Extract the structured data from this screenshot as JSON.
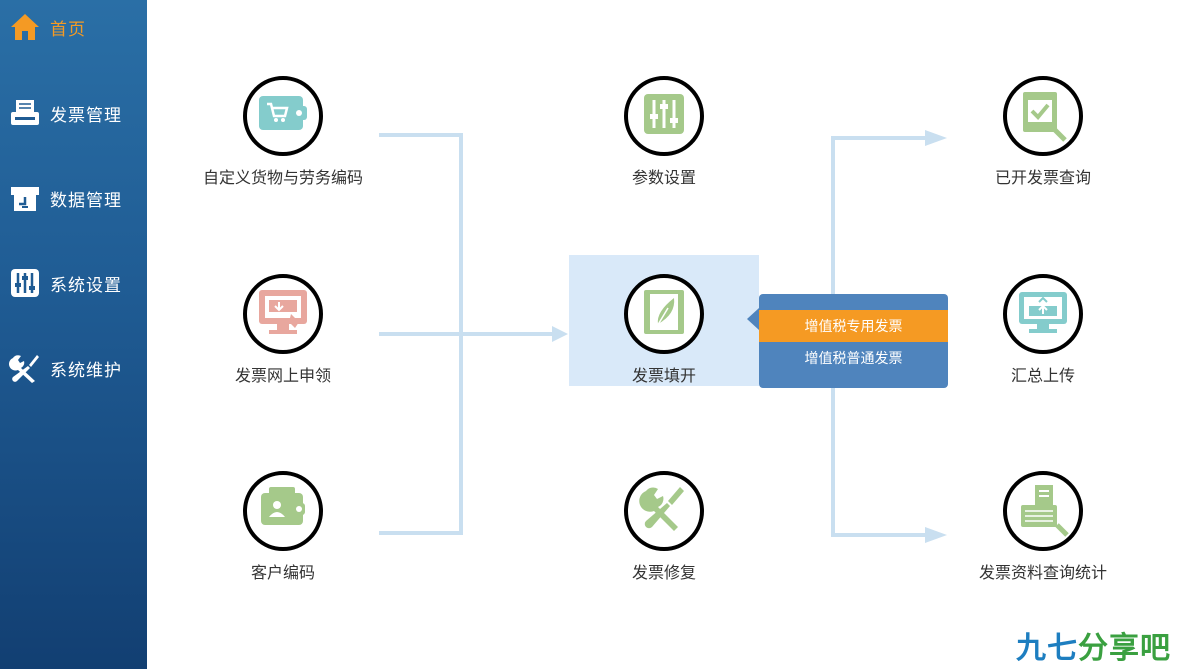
{
  "sidebar": {
    "items": [
      {
        "label": "首页",
        "icon": "home-icon",
        "active": true
      },
      {
        "label": "发票管理",
        "icon": "invoice-printer-icon",
        "active": false
      },
      {
        "label": "数据管理",
        "icon": "data-manage-icon",
        "active": false
      },
      {
        "label": "系统设置",
        "icon": "sliders-icon",
        "active": false
      },
      {
        "label": "系统维护",
        "icon": "wrench-screwdriver-icon",
        "active": false
      }
    ]
  },
  "flow": {
    "left": [
      {
        "label": "自定义货物与劳务编码",
        "icon": "wallet-cart-icon"
      },
      {
        "label": "发票网上申领",
        "icon": "monitor-hand-icon"
      },
      {
        "label": "客户编码",
        "icon": "wallet-person-icon"
      }
    ],
    "center": [
      {
        "label": "参数设置",
        "icon": "sliders-icon"
      },
      {
        "label": "发票填开",
        "icon": "feather-pen-icon"
      },
      {
        "label": "发票修复",
        "icon": "wrench-screwdriver-icon"
      }
    ],
    "right": [
      {
        "label": "已开发票查询",
        "icon": "search-check-icon"
      },
      {
        "label": "汇总上传",
        "icon": "monitor-upload-icon"
      },
      {
        "label": "发票资料查询统计",
        "icon": "search-documents-icon"
      }
    ]
  },
  "popup": {
    "items": [
      {
        "label": "增值税专用发票",
        "active": true
      },
      {
        "label": "增值税普通发票",
        "active": false
      }
    ]
  },
  "watermark": {
    "part1": "九七",
    "part2": "分享吧"
  },
  "colors": {
    "accent": "#f59a23",
    "sidebar": "#1f5b93",
    "connector": "#c9dff0",
    "green_ring": "#a5c98a",
    "teal_ring": "#84cccc",
    "pink_ring": "#e8a79e"
  }
}
